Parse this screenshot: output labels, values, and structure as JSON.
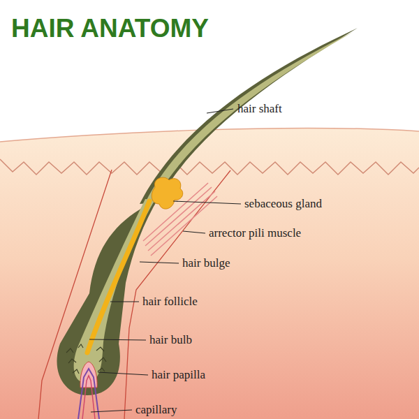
{
  "diagram": {
    "title": "HAIR ANATOMY",
    "labels": [
      "hair shaft",
      "sebaceous gland",
      "arrector pili muscle",
      "hair bulge",
      "hair follicle",
      "hair bulb",
      "hair papilla",
      "capillary"
    ]
  }
}
